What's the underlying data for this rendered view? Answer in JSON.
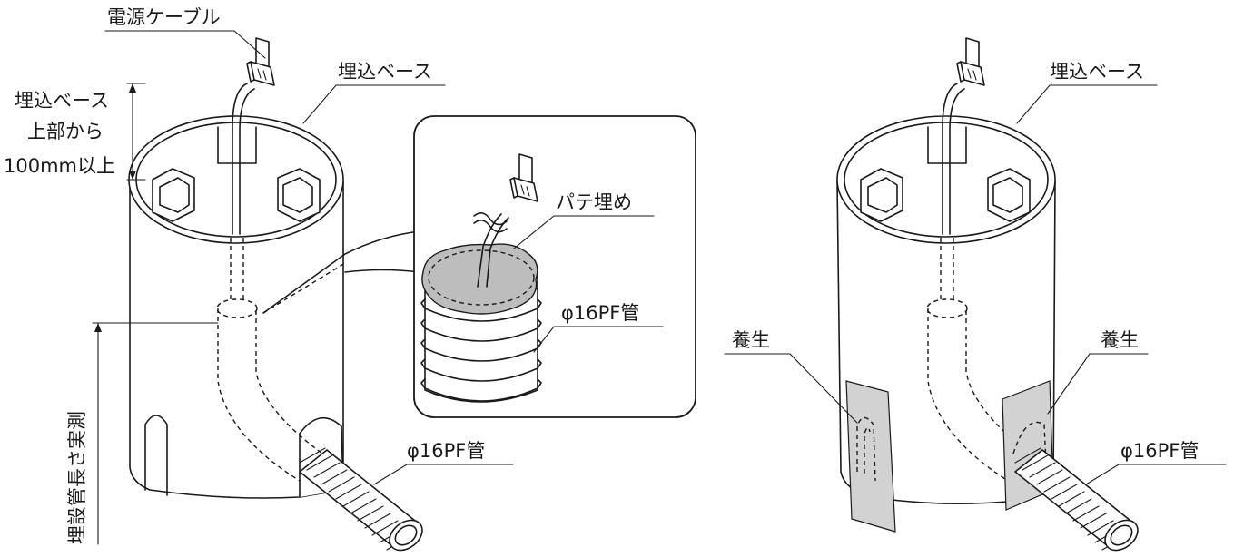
{
  "left_figure": {
    "labels": {
      "power_cable": "電源ケーブル",
      "base": "埋込ベース",
      "height_line1": "埋込ベース",
      "height_line2": "上部から",
      "height_line3": "100mm以上",
      "pipe_length": "埋設管長さ実測",
      "pipe": "φ16PF管"
    }
  },
  "detail_inset": {
    "labels": {
      "putty": "パテ埋め",
      "pipe": "φ16PF管"
    }
  },
  "right_figure": {
    "labels": {
      "base": "埋込ベース",
      "cure_left": "養生",
      "cure_right": "養生",
      "pipe": "φ16PF管"
    }
  },
  "colors": {
    "line": "#1a1a1a",
    "fill": "#ffffff",
    "putty_fill": "#bdbdbd",
    "tape_fill": "#d2d2d2"
  }
}
